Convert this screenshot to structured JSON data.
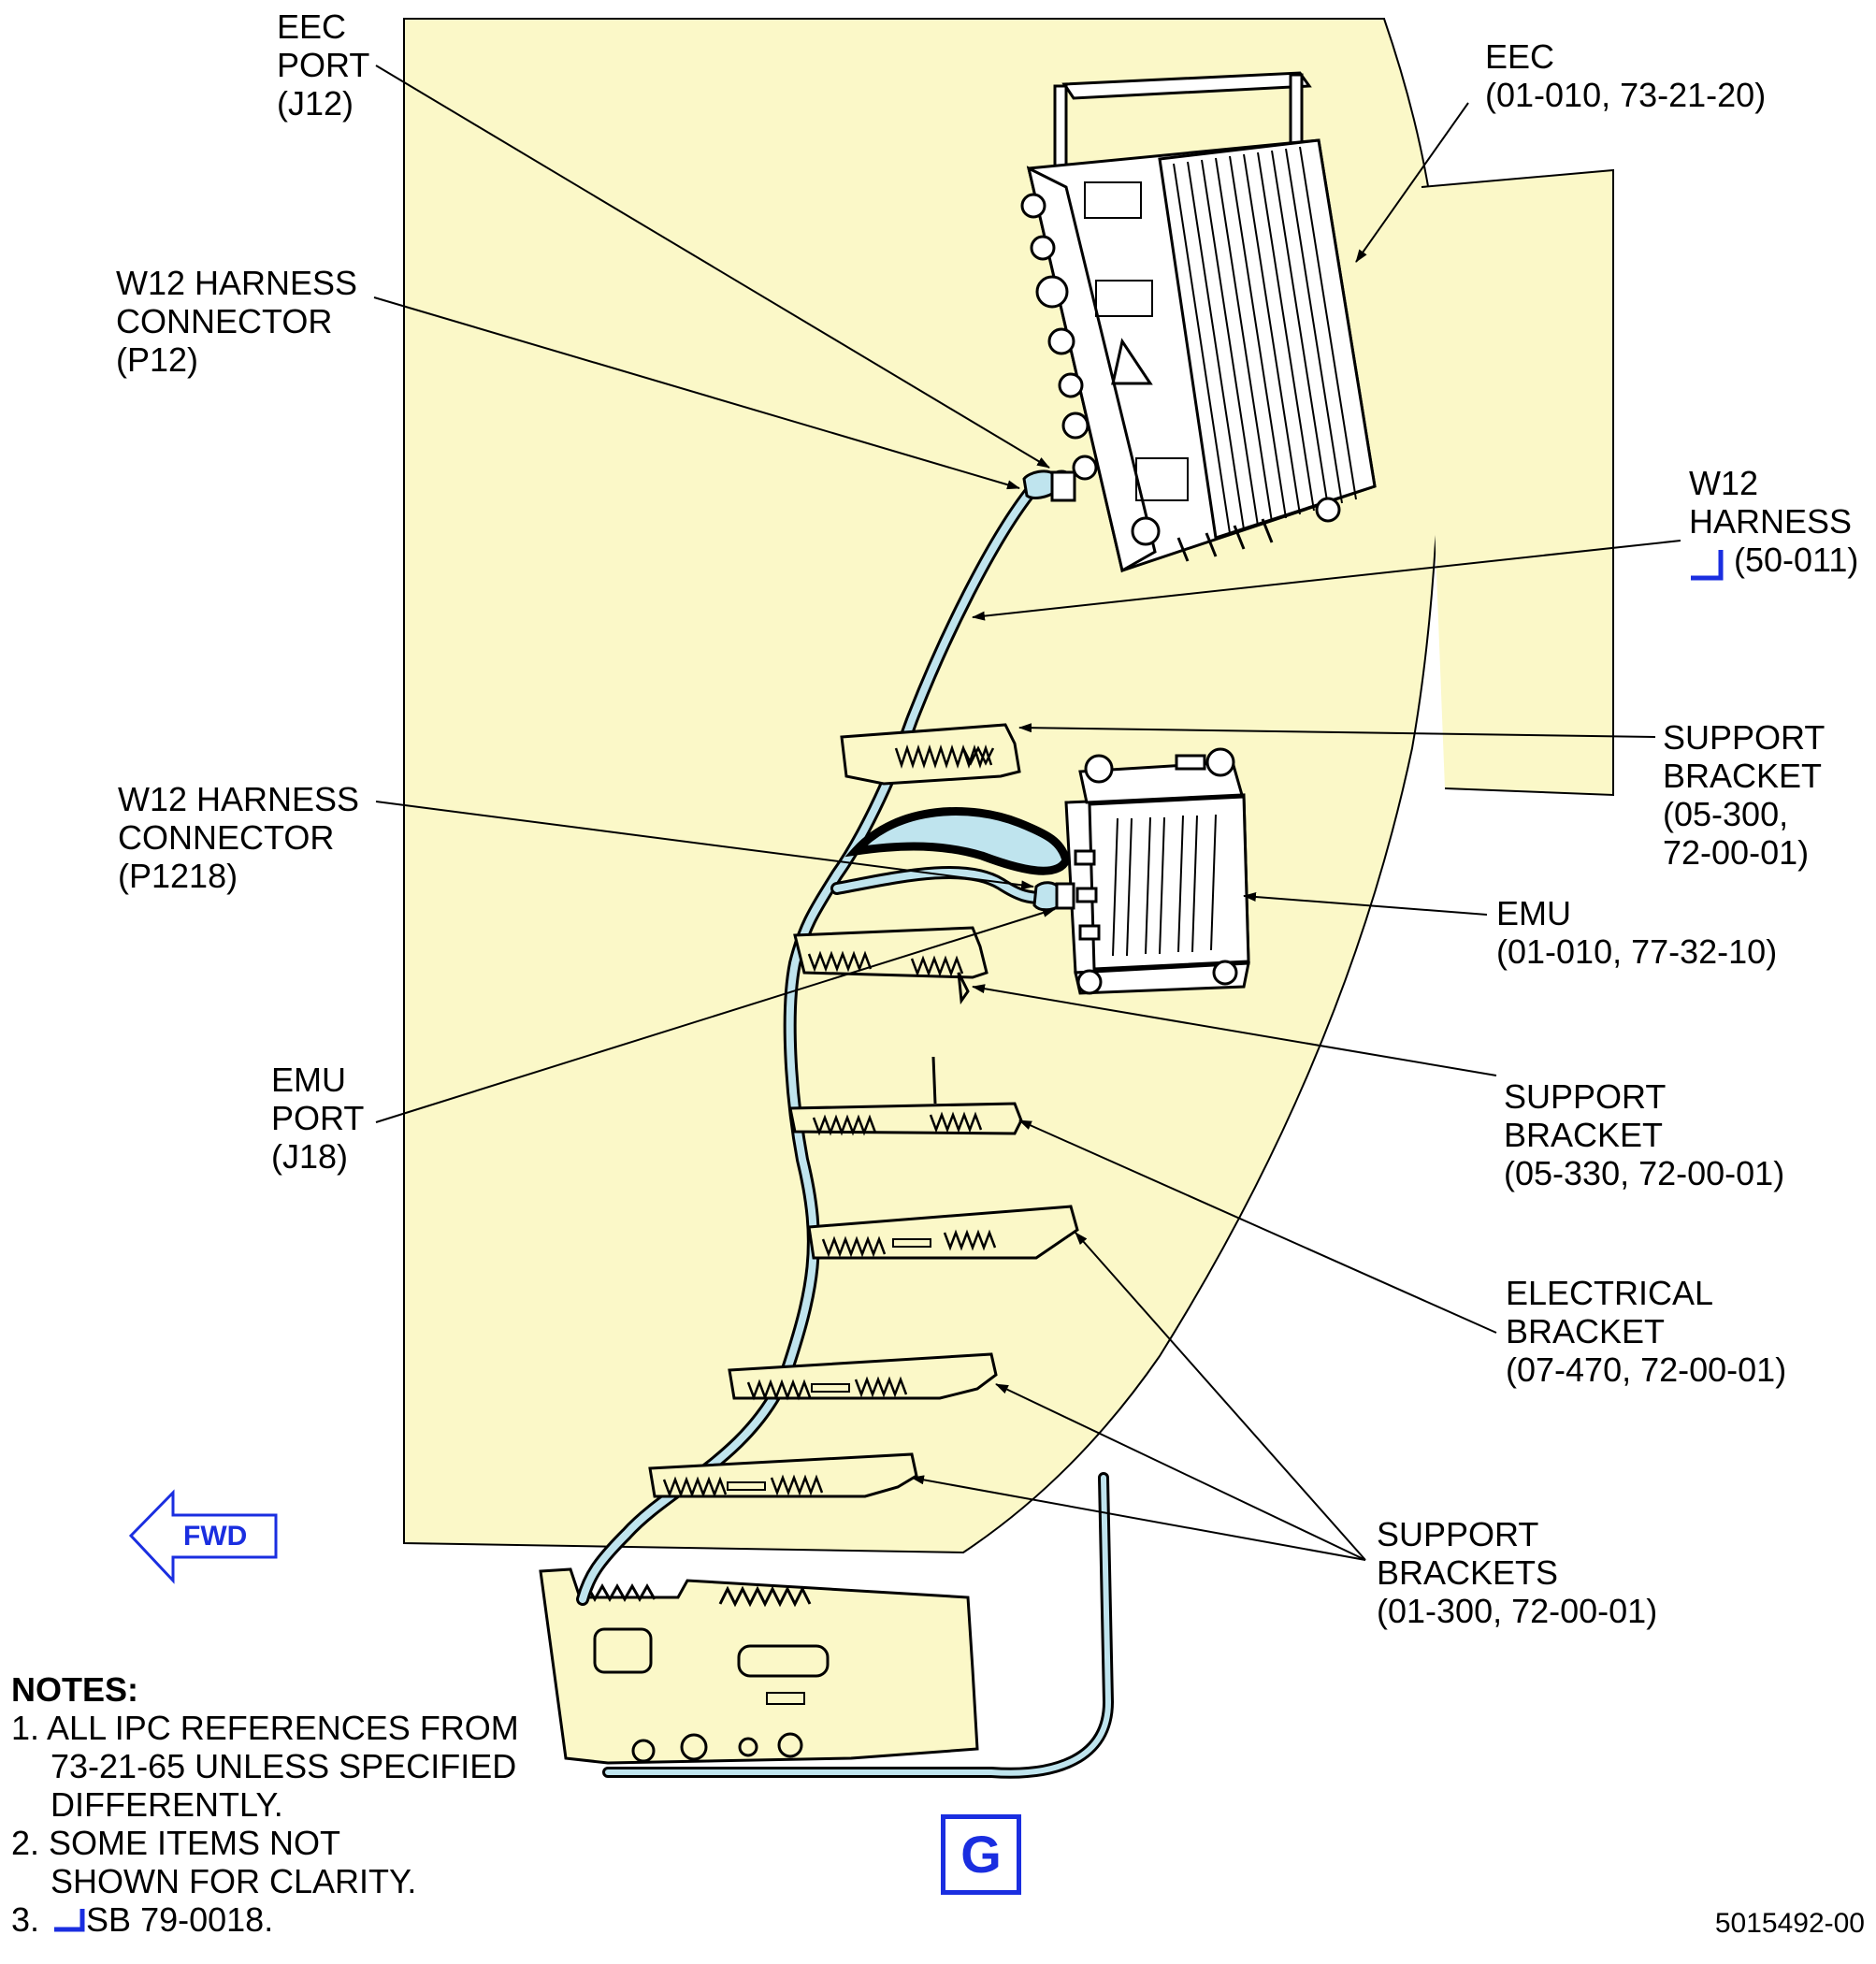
{
  "callouts": {
    "eec_port": [
      "EEC",
      "PORT",
      "(J12)"
    ],
    "w12_conn_p12": [
      "W12 HARNESS",
      "CONNECTOR",
      "(P12)"
    ],
    "eec": [
      "EEC",
      "(01-010, 73-21-20)"
    ],
    "w12_harness": [
      "W12",
      "HARNESS",
      "(50-011)"
    ],
    "support_bracket_300": [
      "SUPPORT",
      "BRACKET",
      "(05-300,",
      "72-00-01)"
    ],
    "w12_conn_p1218": [
      "W12 HARNESS",
      "CONNECTOR",
      "(P1218)"
    ],
    "emu": [
      "EMU",
      "(01-010, 77-32-10)"
    ],
    "emu_port": [
      "EMU",
      "PORT",
      "(J18)"
    ],
    "support_bracket_330": [
      "SUPPORT",
      "BRACKET",
      "(05-330, 72-00-01)"
    ],
    "electrical_bracket": [
      "ELECTRICAL",
      "BRACKET",
      "(07-470, 72-00-01)"
    ],
    "support_brackets": [
      "SUPPORT",
      "BRACKETS",
      "(01-300, 72-00-01)"
    ]
  },
  "fwd_label": "FWD",
  "view_label": "G",
  "notes": {
    "title": "NOTES:",
    "items": [
      "1. ALL IPC REFERENCES FROM",
      "73-21-65 UNLESS SPECIFIED",
      "DIFFERENTLY.",
      "2. SOME ITEMS NOT",
      "SHOWN FOR CLARITY.",
      "3.",
      "SB 79-0018."
    ]
  },
  "figure_number": "5015492-00",
  "colors": {
    "panel_fill": "#fbf8c8",
    "harness": "#bfe4ee",
    "accent": "#1a2ee0",
    "line": "#000000"
  }
}
